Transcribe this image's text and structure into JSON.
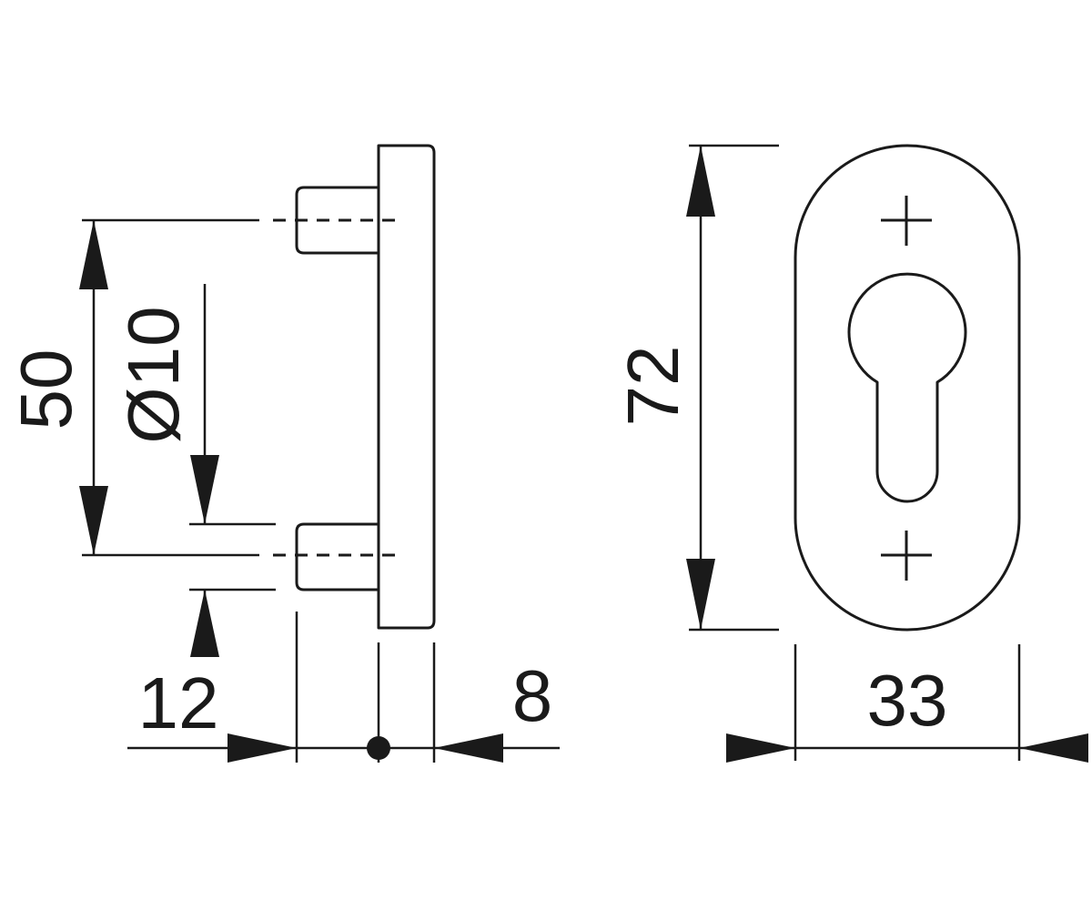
{
  "drawing": {
    "side_view": {
      "dim_pin_spacing": "50",
      "dim_pin_diameter": "Ø10",
      "dim_pin_length": "12",
      "dim_plate_thickness": "8"
    },
    "front_view": {
      "dim_height": "72",
      "dim_width": "33"
    },
    "line_color": "#1a1a1a",
    "background_color": "#ffffff"
  }
}
